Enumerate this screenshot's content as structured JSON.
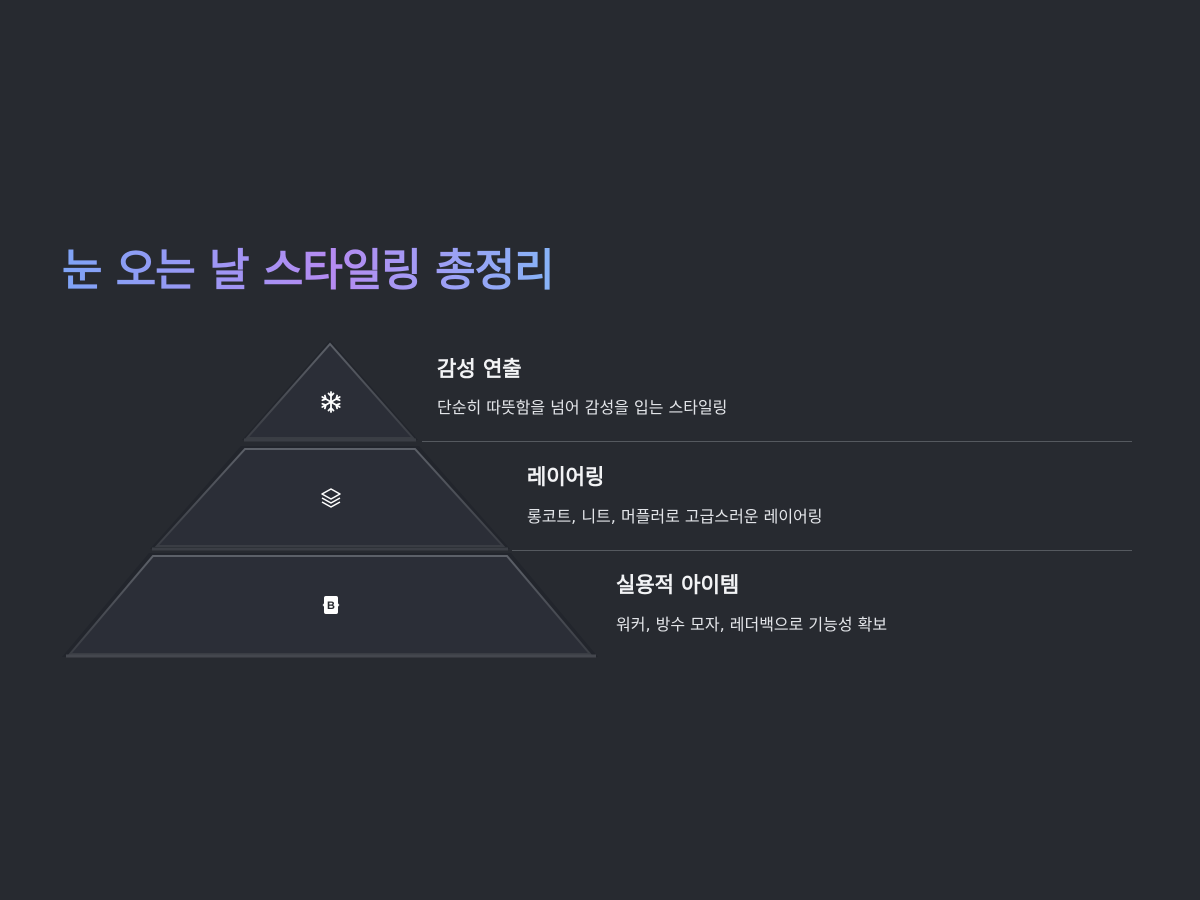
{
  "title": "눈 오는 날 스타일링 총정리",
  "levels": [
    {
      "heading": "감성 연출",
      "description": "단순히 따뜻함을 넘어 감성을 입는 스타일링",
      "icon": "snowflake-icon"
    },
    {
      "heading": "레이어링",
      "description": "롱코트, 니트, 머플러로 고급스러운 레이어링",
      "icon": "layers-icon"
    },
    {
      "heading": "실용적 아이템",
      "description": "워커, 방수 모자, 레더백으로 기능성 확보",
      "icon": "bold-b-icon"
    }
  ],
  "colors": {
    "background": "#272a30",
    "pyramid_fill": "#2b2e37",
    "title_gradient_start": "#7fa4f6",
    "title_gradient_mid": "#b58bf2",
    "title_gradient_end": "#86b3f7"
  }
}
